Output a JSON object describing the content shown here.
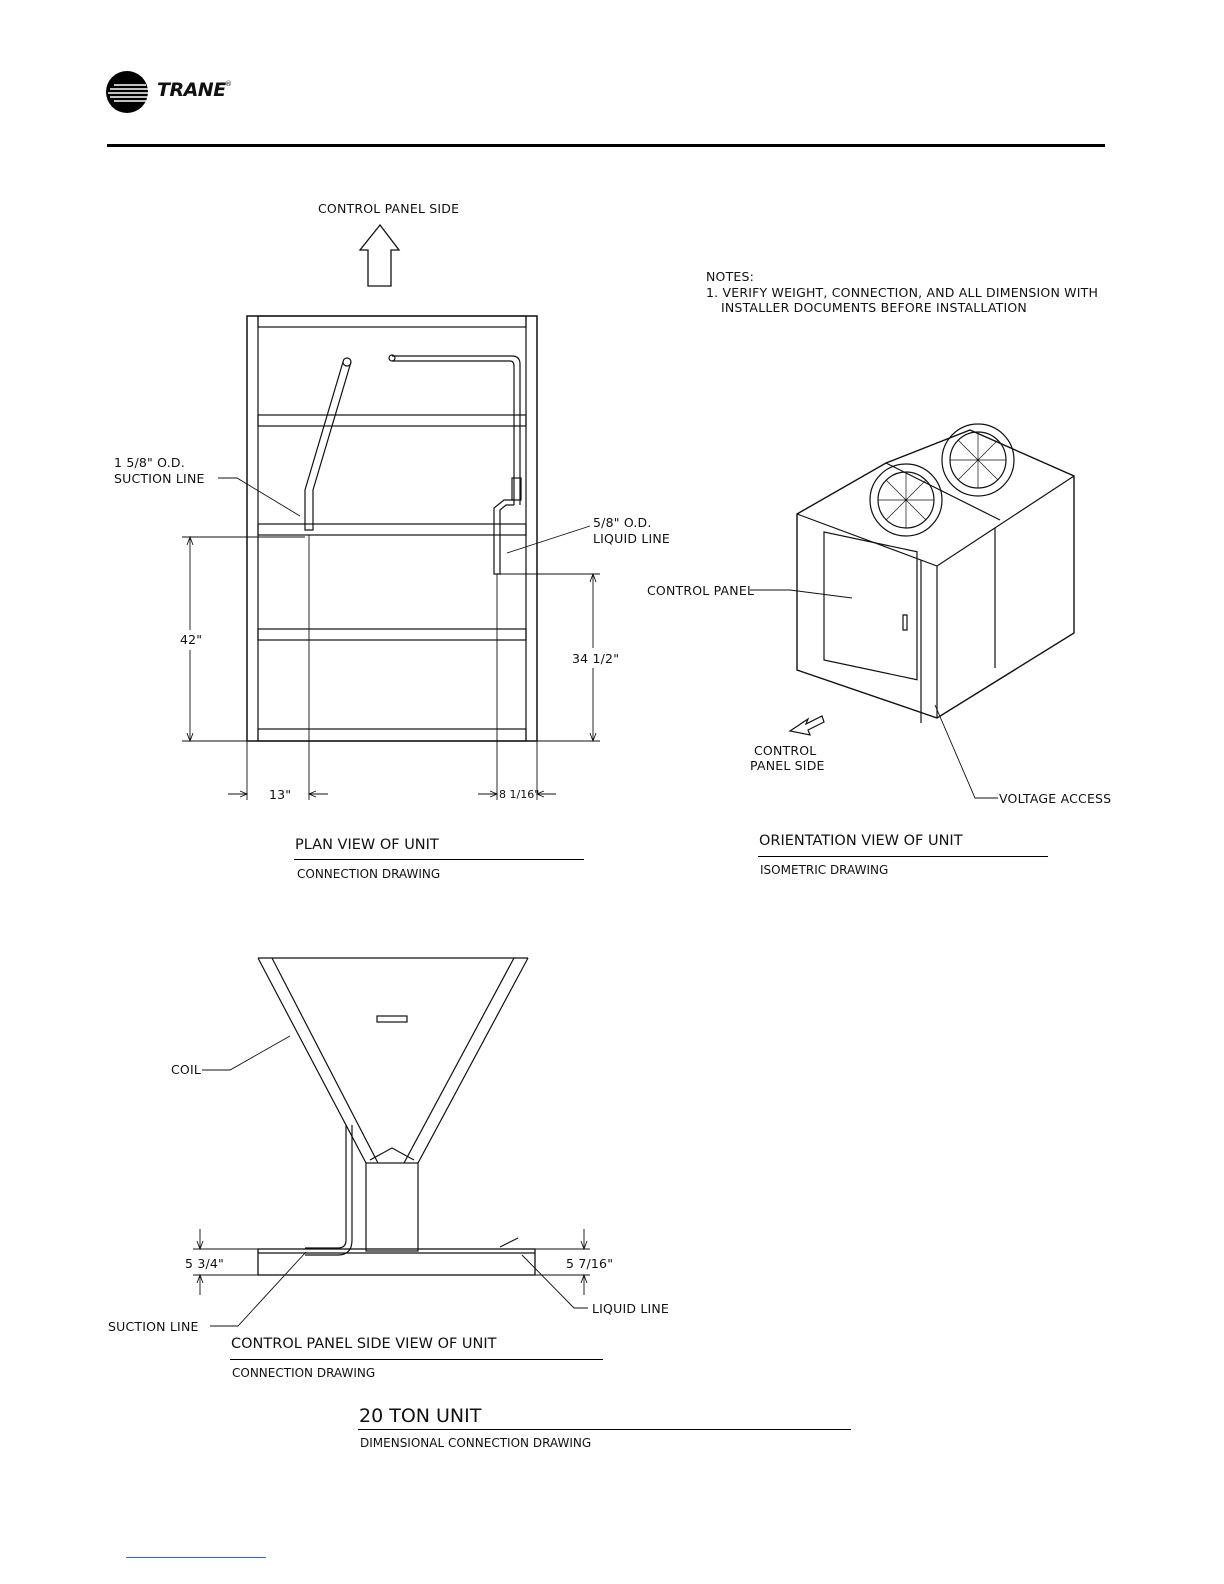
{
  "brand": {
    "name": "TRANE",
    "mark": "®"
  },
  "plan_view": {
    "arrow_label": "CONTROL  PANEL SIDE",
    "suction": [
      "1 5/8\" O.D.",
      "SUCTION LINE"
    ],
    "liquid": [
      "5/8\" O.D.",
      "LIQUID LINE"
    ],
    "dim_left_height": "42\"",
    "dim_right_height": "34 1/2\"",
    "dim_bottom_left": "13\"",
    "dim_bottom_right": "8 1/16\"",
    "title": "PLAN VIEW OF UNIT",
    "subtitle": "CONNECTION DRAWING"
  },
  "notes": {
    "heading": "NOTES:",
    "line1": "1. VERIFY WEIGHT, CONNECTION, AND ALL DIMENSION  WITH",
    "line2": "INSTALLER  DOCUMENTS  BEFORE INSTALLATION"
  },
  "orientation_view": {
    "control_panel": "CONTROL PANEL",
    "side": [
      "CONTROL",
      "PANEL SIDE"
    ],
    "voltage": "VOLTAGE ACCESS",
    "title": "ORIENTATION VIEW OF UNIT",
    "subtitle": "ISOMETRIC DRAWING"
  },
  "side_view": {
    "coil": "COIL",
    "dim_left": "5 3/4\"",
    "dim_right": "5 7/16\"",
    "suction": "SUCTION LINE",
    "liquid": "LIQUID LINE",
    "title": "CONTROL PANEL SIDE  VIEW OF UNIT",
    "subtitle": "CONNECTION DRAWING"
  },
  "unit": {
    "title": "20 TON UNIT",
    "subtitle": "DIMENSIONAL CONNECTION DRAWING"
  }
}
